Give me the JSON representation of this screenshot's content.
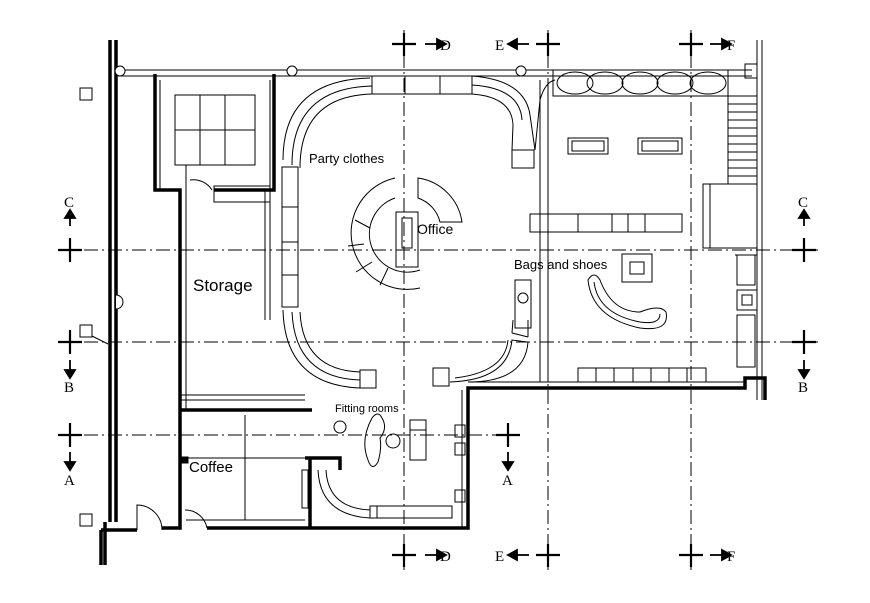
{
  "rooms": {
    "party_clothes": "Party clothes",
    "office": "Office",
    "bags_and_shoes": "Bags and shoes",
    "storage": "Storage",
    "fitting_rooms": "Fitting rooms",
    "coffee": "Coffee"
  },
  "grid": {
    "top": {
      "d": "D",
      "e": "E",
      "f": "F"
    },
    "bottom": {
      "d": "D",
      "e": "E",
      "f": "F"
    },
    "left": {
      "c": "C",
      "b": "B",
      "a": "A"
    },
    "right": {
      "c": "C",
      "b": "B"
    },
    "inner": {
      "a": "A"
    }
  },
  "colors": {
    "line": "#000000",
    "background": "#ffffff"
  }
}
